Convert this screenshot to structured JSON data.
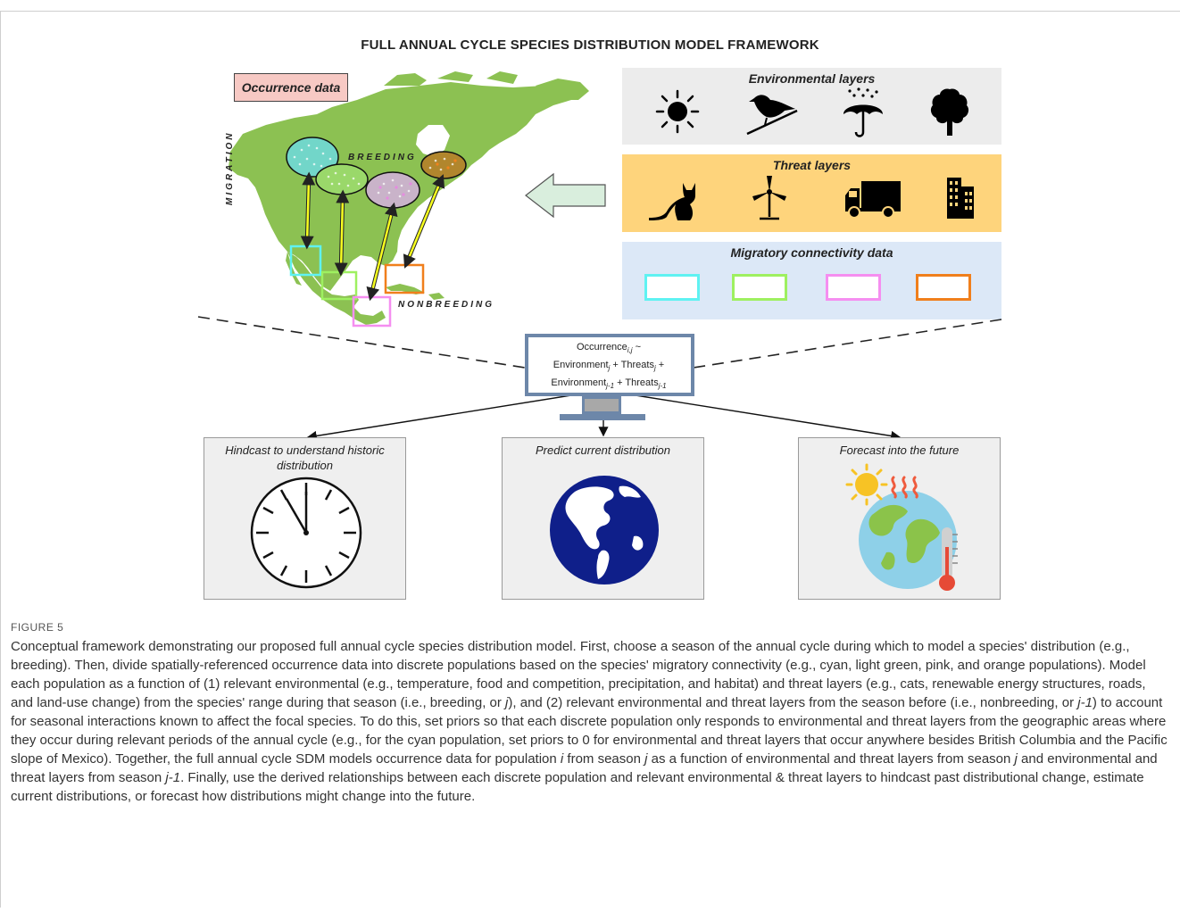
{
  "title": "FULL ANNUAL CYCLE SPECIES DISTRIBUTION MODEL FRAMEWORK",
  "map": {
    "occurrence_label": "Occurrence data",
    "breeding_label": "BREEDING",
    "migration_label": "MIGRATION",
    "nonbreeding_label": "NONBREEDING"
  },
  "panels": {
    "environmental": {
      "title": "Environmental layers",
      "icons": [
        "sun-icon",
        "bird-on-branch-icon",
        "rain-umbrella-icon",
        "tree-icon"
      ]
    },
    "threat": {
      "title": "Threat layers",
      "icons": [
        "cat-icon",
        "wind-turbine-icon",
        "truck-icon",
        "buildings-icon"
      ]
    },
    "connectivity": {
      "title": "Migratory connectivity data",
      "swatches": [
        "#5ff2f2",
        "#9ef060",
        "#f58ef0",
        "#f07f1c"
      ]
    }
  },
  "colors": {
    "land": "#8cc152",
    "env_bg": "#ececec",
    "threat_bg": "#fed47c",
    "connectivity_bg": "#dce8f7",
    "arrow": "#f8ff1f",
    "big_arrow": "#d9eedd"
  },
  "model": {
    "line1": "Occurrence",
    "line1_sub": "i,j",
    "line1_end": " ~",
    "line2a": "Environment",
    "line2a_sub": "j",
    "line2b": " + Threats",
    "line2b_sub": "j",
    "line2_end": " +",
    "line3a": "Environment",
    "line3a_sub": "j-1",
    "line3b": " + Threats",
    "line3b_sub": "j-1"
  },
  "outputs": [
    {
      "label": "Hindcast to understand historic distribution",
      "icon": "clock-icon"
    },
    {
      "label": "Predict current distribution",
      "icon": "globe-icon"
    },
    {
      "label": "Forecast into the future",
      "icon": "warming-earth-icon"
    }
  ],
  "figure_label": "FIGURE 5",
  "caption": {
    "p1": "Conceptual framework demonstrating our proposed full annual cycle species distribution model. First, choose a season of the annual cycle during which to model a species' distribution (e.g., breeding). Then, divide spatially-referenced occurrence data into discrete populations based on the species' migratory connectivity (e.g., cyan, light green, pink, and orange populations). Model each population as a function of (1) relevant environmental (e.g., temperature, food and competition, precipitation, and habitat) and threat layers (e.g., cats, renewable energy structures, roads, and land-use change) from the species' range during that season (i.e., breeding, or ",
    "j1": "j",
    "p2": "), and (2) relevant environmental and threat layers from the season before (i.e., nonbreeding, or ",
    "jm1a": "j-1",
    "p3": ") to account for seasonal interactions known to affect the focal species. To do this, set priors so that each discrete population only responds to environmental and threat layers from the geographic areas where they occur during relevant periods of the annual cycle (e.g., for the cyan population, set priors to 0 for environmental and threat layers that occur anywhere besides British Columbia and the Pacific slope of Mexico). Together, the full annual cycle SDM models occurrence data for population ",
    "i1": "i",
    "p4": " from season ",
    "j2": "j",
    "p5": " as a function of environmental and threat layers from season ",
    "j3": "j",
    "p6": " and environmental and threat layers from season ",
    "jm1b": "j-1",
    "p7": ". Finally, use the derived relationships between each discrete population and relevant environmental & threat layers to hindcast past distributional change, estimate current distributions, or forecast how distributions might change into the future."
  }
}
